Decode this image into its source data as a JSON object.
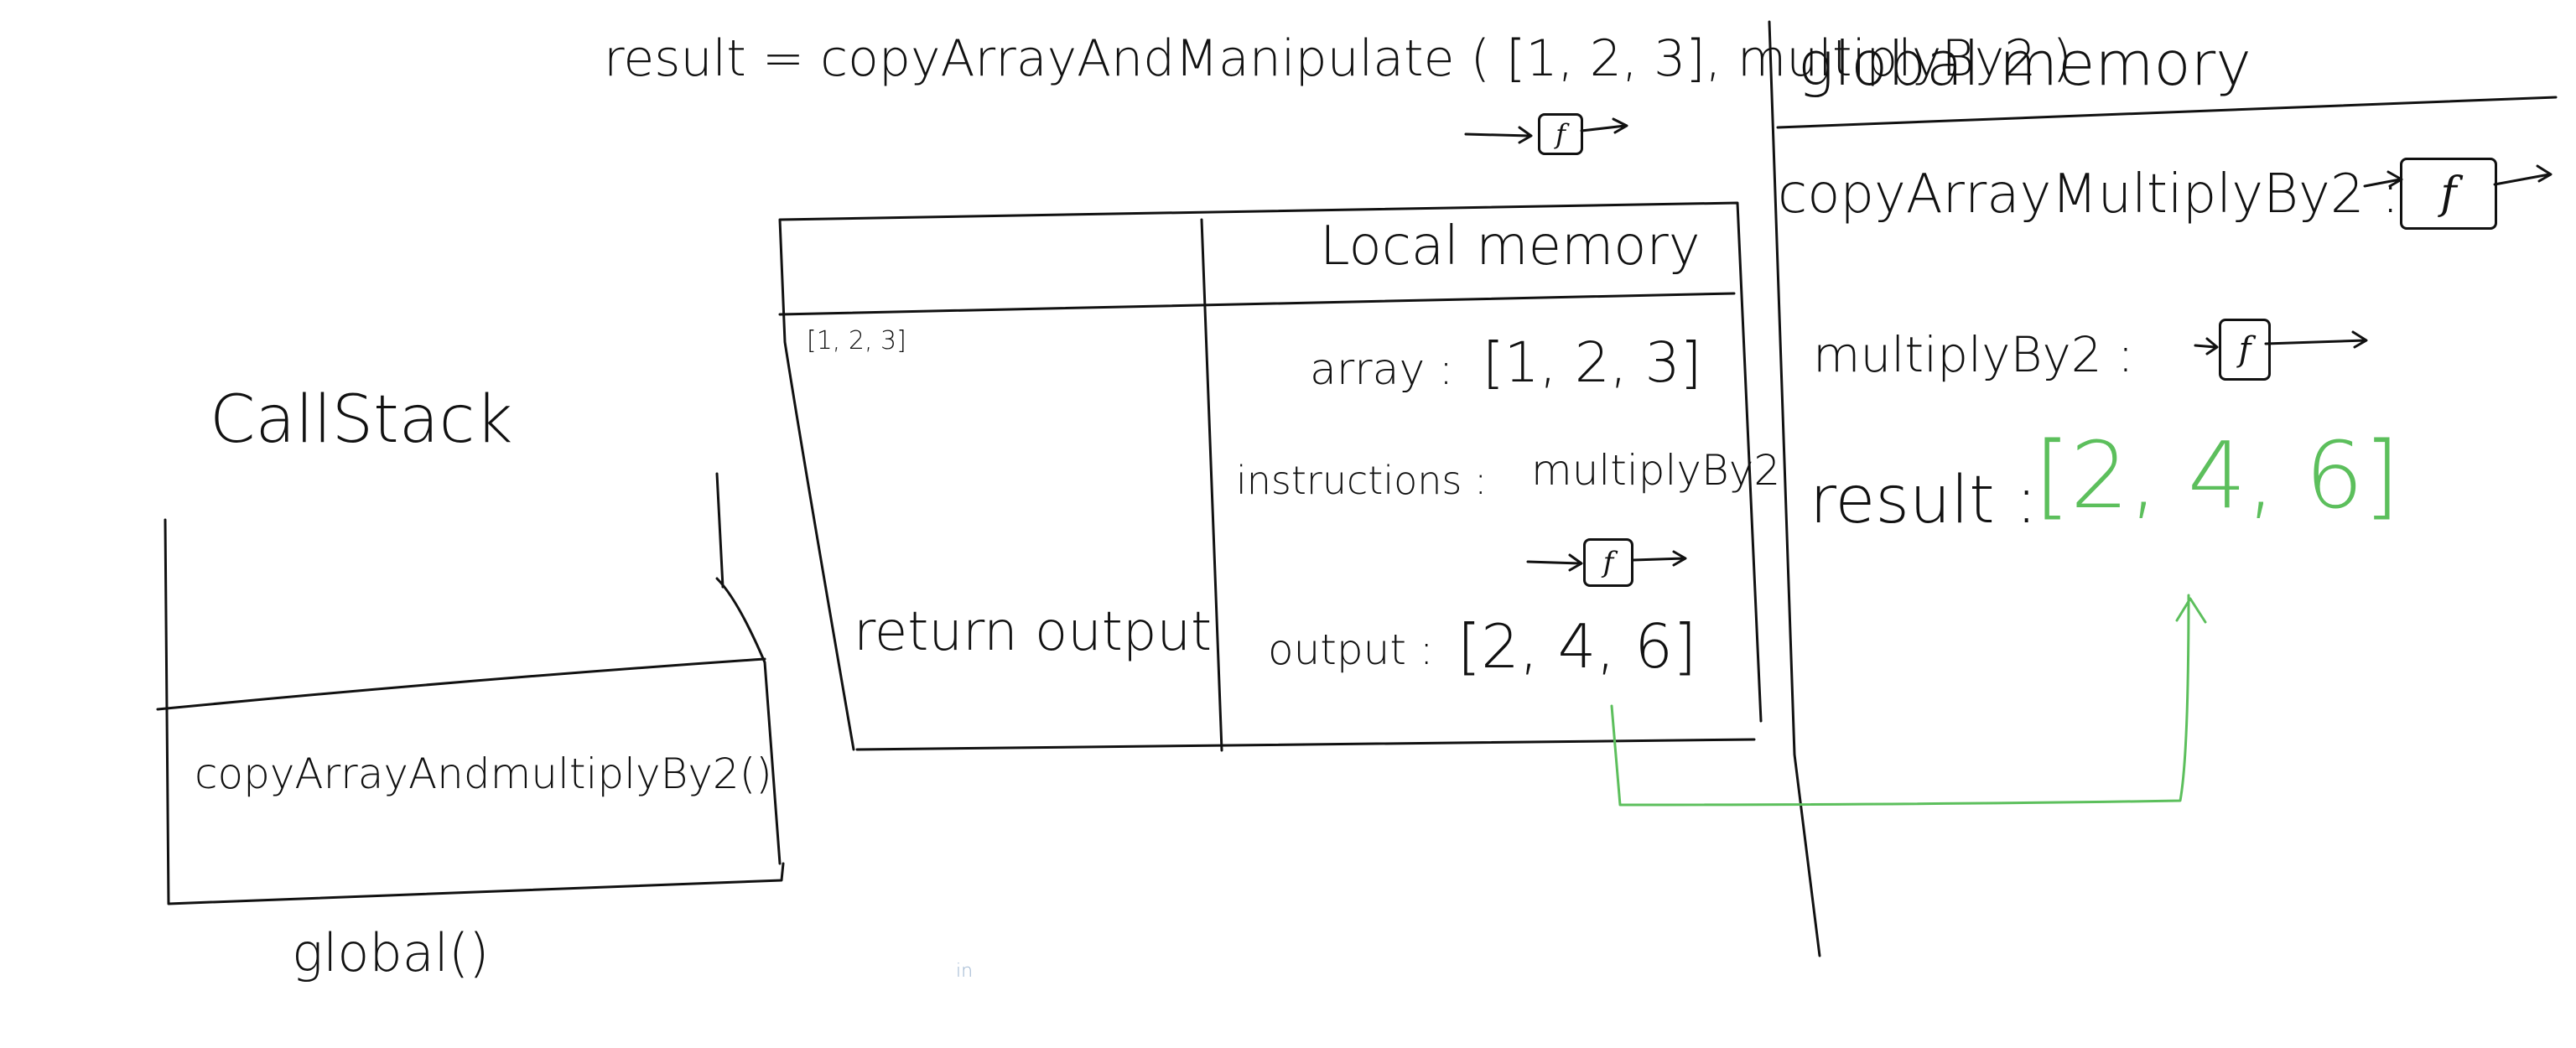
{
  "top_expression": "result = copyArrayAndManipulate ( [1, 2, 3], multiplyBy2 )",
  "function_symbol": "f",
  "call_stack": {
    "title": "CallStack",
    "frames": [
      "copyArrayAndmultiplyBy2()",
      "global()"
    ]
  },
  "execution_context": {
    "thread_note": "[1, 2, 3]",
    "thread_line": "return output",
    "local_memory": {
      "title": "Local memory",
      "entries": [
        {
          "label": "array :",
          "value": "[1, 2, 3]"
        },
        {
          "label": "instructions :",
          "value": "multiplyBy2"
        },
        {
          "label": "output :",
          "value": "[2, 4, 6]"
        }
      ]
    }
  },
  "global_memory": {
    "title": "global memory",
    "entries": [
      {
        "label": "copyArrayMultiplyBy2 :",
        "value": "f"
      },
      {
        "label": "multiplyBy2 :",
        "value": "f"
      },
      {
        "label": "result :",
        "value": "[2, 4, 6]"
      }
    ]
  },
  "stray_mark": "in",
  "colors": {
    "ink": "#111111",
    "highlight": "#5cbf5c"
  }
}
